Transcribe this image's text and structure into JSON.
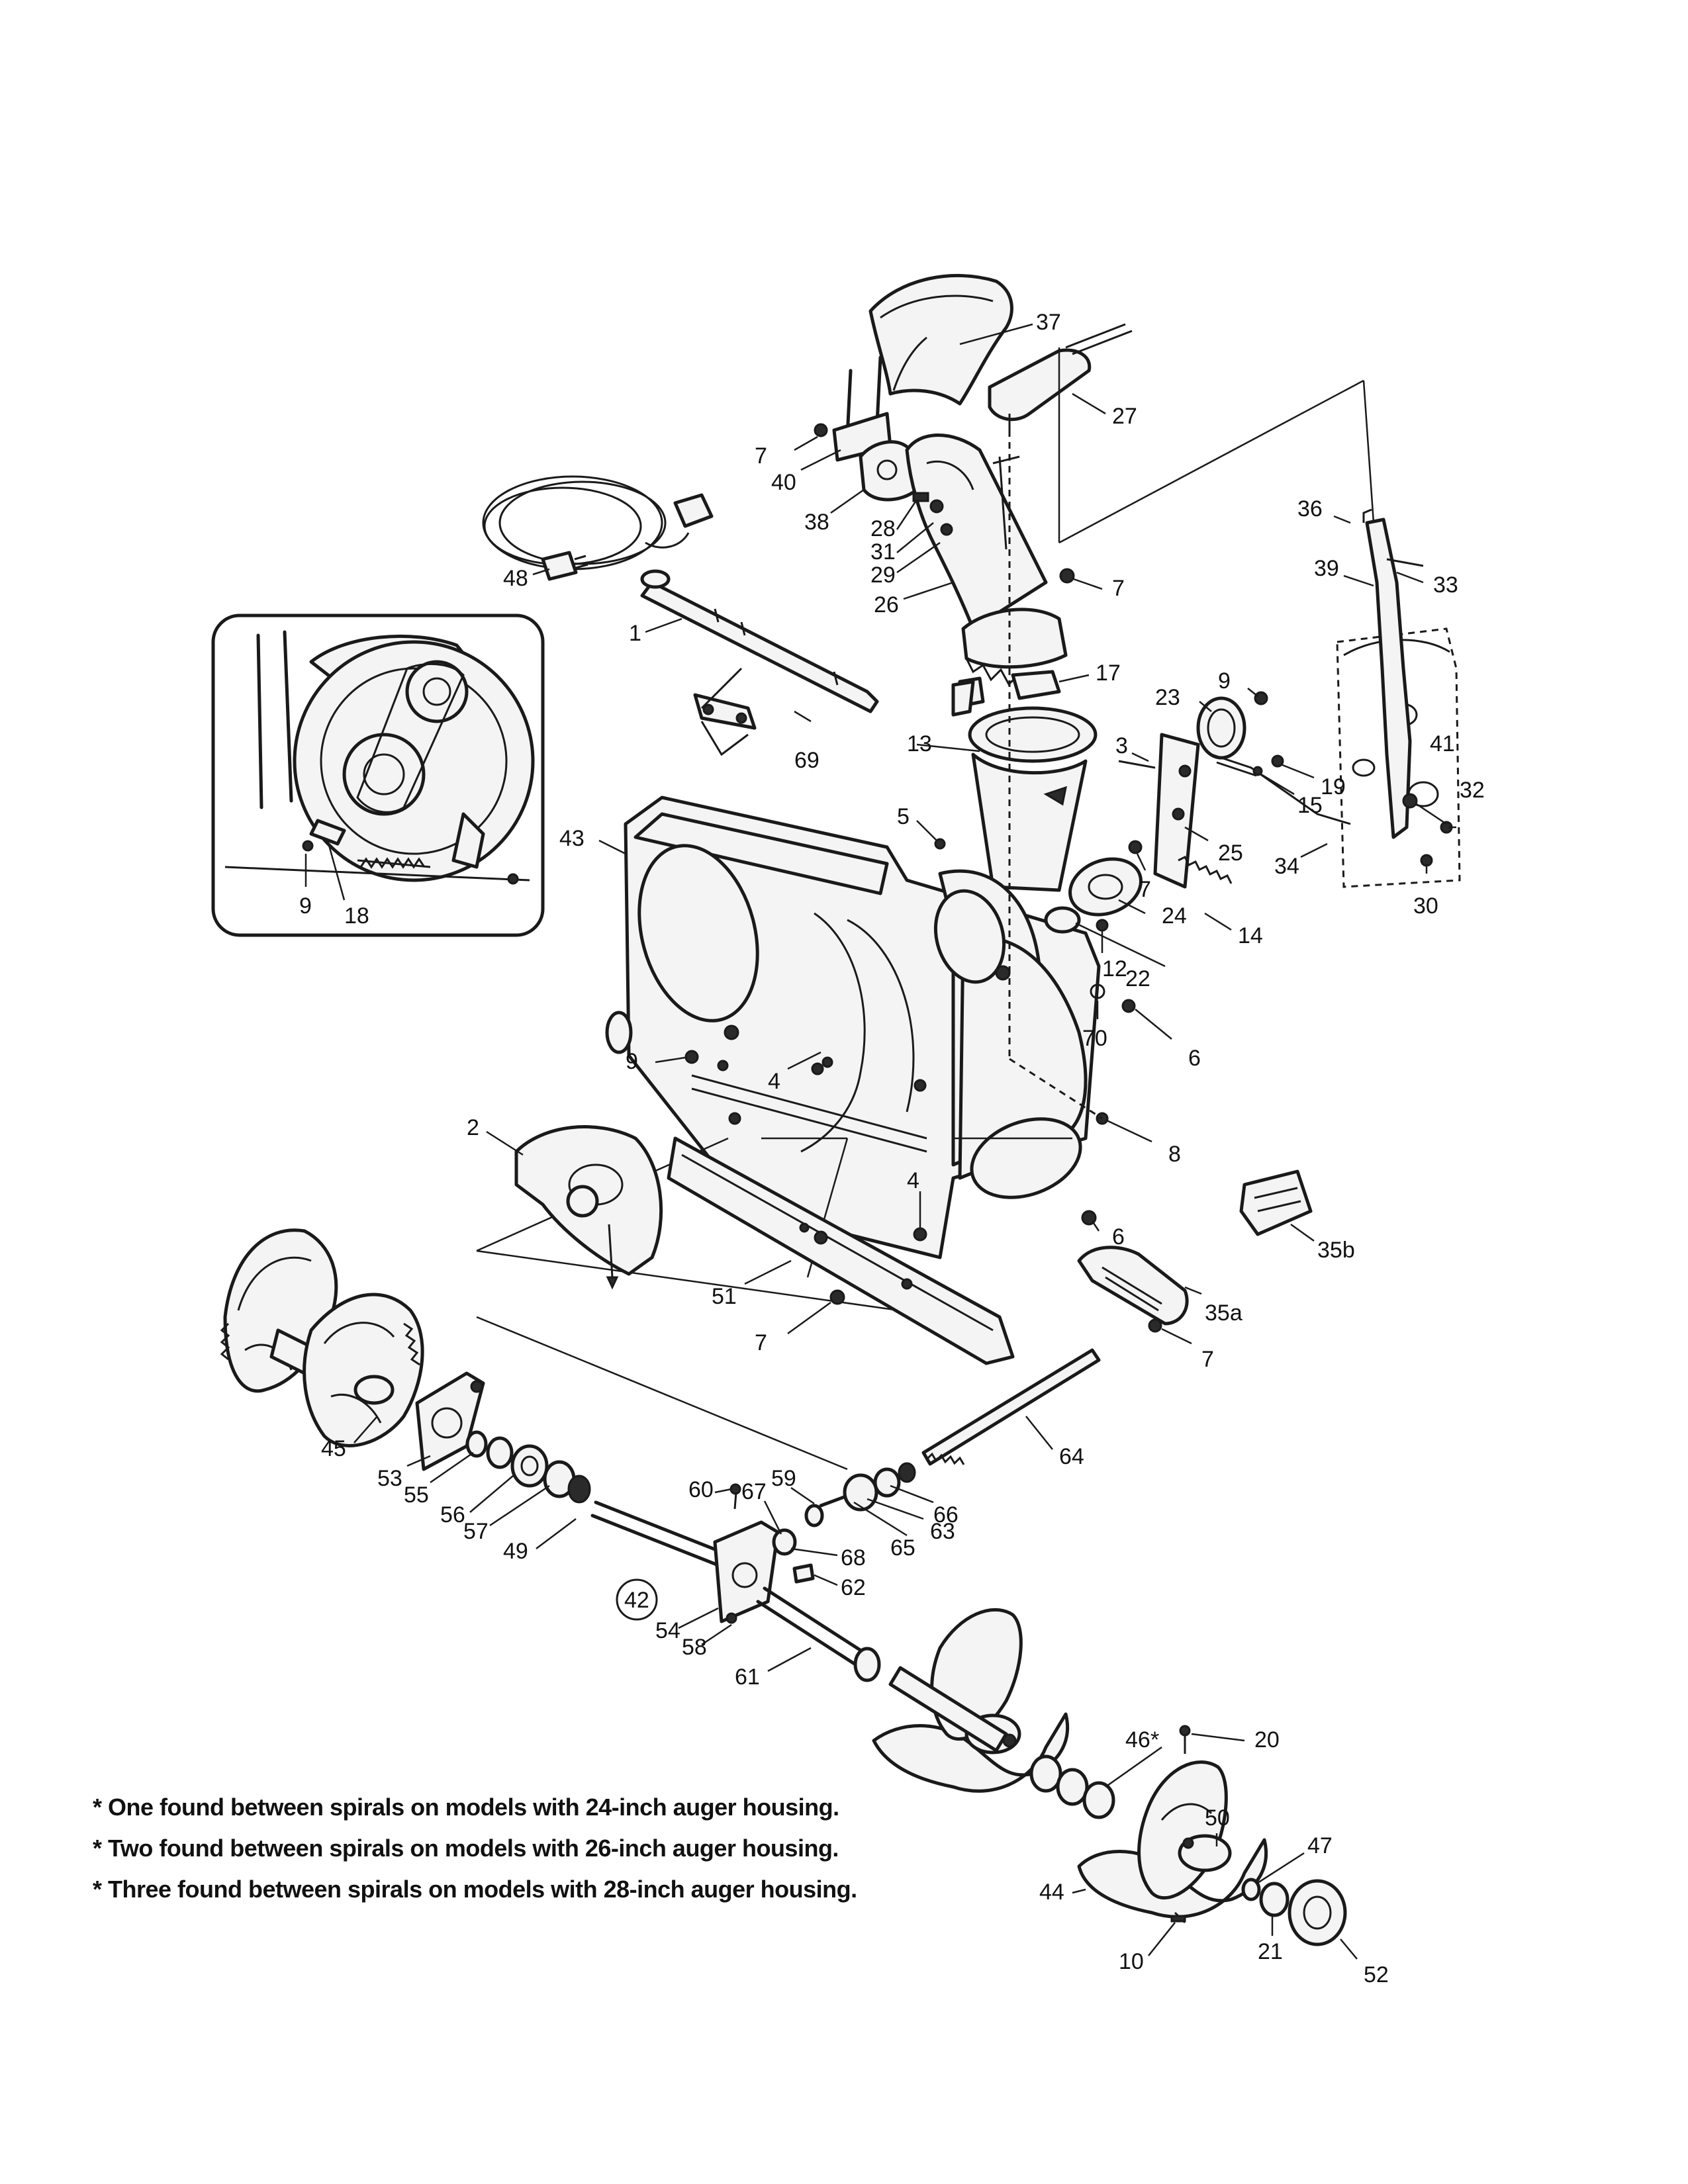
{
  "callouts": [
    {
      "id": "c37",
      "label": "37"
    },
    {
      "id": "c27",
      "label": "27"
    },
    {
      "id": "c7a",
      "label": "7"
    },
    {
      "id": "c40",
      "label": "40"
    },
    {
      "id": "c38",
      "label": "38"
    },
    {
      "id": "c28",
      "label": "28"
    },
    {
      "id": "c31",
      "label": "31"
    },
    {
      "id": "c29",
      "label": "29"
    },
    {
      "id": "c26",
      "label": "26"
    },
    {
      "id": "c7b",
      "label": "7"
    },
    {
      "id": "c36",
      "label": "36"
    },
    {
      "id": "c39",
      "label": "39"
    },
    {
      "id": "c33",
      "label": "33"
    },
    {
      "id": "c48",
      "label": "48"
    },
    {
      "id": "c1",
      "label": "1"
    },
    {
      "id": "c17",
      "label": "17"
    },
    {
      "id": "c9a",
      "label": "9"
    },
    {
      "id": "c23",
      "label": "23"
    },
    {
      "id": "c3",
      "label": "3"
    },
    {
      "id": "c41",
      "label": "41"
    },
    {
      "id": "c32",
      "label": "32"
    },
    {
      "id": "c19",
      "label": "19"
    },
    {
      "id": "c15",
      "label": "15"
    },
    {
      "id": "c69",
      "label": "69"
    },
    {
      "id": "c13",
      "label": "13"
    },
    {
      "id": "c5",
      "label": "5"
    },
    {
      "id": "c25",
      "label": "25"
    },
    {
      "id": "c34",
      "label": "34"
    },
    {
      "id": "c30",
      "label": "30"
    },
    {
      "id": "c43",
      "label": "43"
    },
    {
      "id": "c7c",
      "label": "7"
    },
    {
      "id": "c24",
      "label": "24"
    },
    {
      "id": "c12",
      "label": "12"
    },
    {
      "id": "c14",
      "label": "14"
    },
    {
      "id": "c22",
      "label": "22"
    },
    {
      "id": "c9b",
      "label": "9"
    },
    {
      "id": "c18",
      "label": "18"
    },
    {
      "id": "c70",
      "label": "70"
    },
    {
      "id": "c6a",
      "label": "6"
    },
    {
      "id": "c9c",
      "label": "9"
    },
    {
      "id": "c4a",
      "label": "4"
    },
    {
      "id": "c2",
      "label": "2"
    },
    {
      "id": "c8",
      "label": "8"
    },
    {
      "id": "c4b",
      "label": "4"
    },
    {
      "id": "c6b",
      "label": "6"
    },
    {
      "id": "c35b",
      "label": "35b"
    },
    {
      "id": "c51",
      "label": "51"
    },
    {
      "id": "c35a",
      "label": "35a"
    },
    {
      "id": "c7d",
      "label": "7"
    },
    {
      "id": "c7e",
      "label": "7"
    },
    {
      "id": "c45",
      "label": "45"
    },
    {
      "id": "c64",
      "label": "64"
    },
    {
      "id": "c53",
      "label": "53"
    },
    {
      "id": "c55",
      "label": "55"
    },
    {
      "id": "c59",
      "label": "59"
    },
    {
      "id": "c60",
      "label": "60"
    },
    {
      "id": "c67",
      "label": "67"
    },
    {
      "id": "c56",
      "label": "56"
    },
    {
      "id": "c57",
      "label": "57"
    },
    {
      "id": "c66",
      "label": "66"
    },
    {
      "id": "c63",
      "label": "63"
    },
    {
      "id": "c65",
      "label": "65"
    },
    {
      "id": "c49",
      "label": "49"
    },
    {
      "id": "c68",
      "label": "68"
    },
    {
      "id": "c62",
      "label": "62"
    },
    {
      "id": "c42",
      "label": "42"
    },
    {
      "id": "c54",
      "label": "54"
    },
    {
      "id": "c58",
      "label": "58"
    },
    {
      "id": "c61",
      "label": "61"
    },
    {
      "id": "c46",
      "label": "46*"
    },
    {
      "id": "c20",
      "label": "20"
    },
    {
      "id": "c50",
      "label": "50"
    },
    {
      "id": "c47",
      "label": "47"
    },
    {
      "id": "c44",
      "label": "44"
    },
    {
      "id": "c21",
      "label": "21"
    },
    {
      "id": "c10",
      "label": "10"
    },
    {
      "id": "c52",
      "label": "52"
    }
  ],
  "notes": [
    "* One found between spirals on models with 24-inch auger housing.",
    "* Two found between spirals on models with 26-inch auger housing.",
    "* Three found between spirals on models with 28-inch auger housing."
  ]
}
